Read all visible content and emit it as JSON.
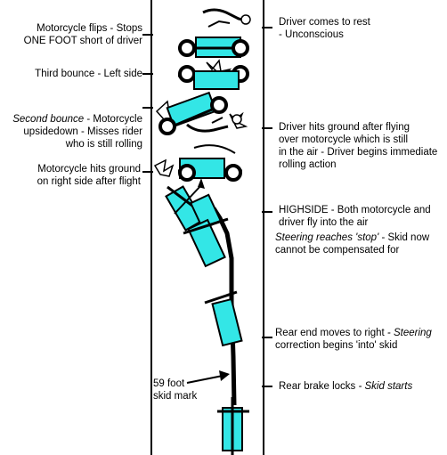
{
  "colors": {
    "body": "#33e6e6",
    "outline": "#000000",
    "background": "#ffffff"
  },
  "left_labels": {
    "flip": {
      "line1": "Motorcycle flips - Stops",
      "line2": "ONE FOOT short of driver"
    },
    "third": {
      "line1": "Third bounce - Left side"
    },
    "second": {
      "line1_a": "Second bounce",
      "line1_b": " - Motorcycle",
      "line2": "upsidedown - Misses rider",
      "line3": "who is still rolling"
    },
    "hits": {
      "line1": "Motorcycle hits ground",
      "line2": "on right side after flight"
    },
    "skid": {
      "line1": "59 foot",
      "line2": "skid mark"
    }
  },
  "right_labels": {
    "rest": {
      "line1": "Driver comes to rest",
      "line2": "- Unconscious"
    },
    "driver": {
      "line1": "Driver hits ground after flying",
      "line2": "over motorcycle which is still",
      "line3": "in the air - Driver begins immediate",
      "line4": "rolling action"
    },
    "highside": {
      "line1": "HIGHSIDE - Both motorcycle and",
      "line2": "driver fly into the air"
    },
    "steering": {
      "line1_a": "Steering reaches 'stop'",
      "line1_b": " - Skid now",
      "line2": "cannot be compensated for"
    },
    "rear": {
      "line1_a": "Rear end moves to right",
      "line1_b": " - Steering",
      "line2": "correction begins 'into' skid"
    },
    "brake": {
      "line1_a": "Rear brake locks",
      "line1_b": " - Skid starts"
    }
  }
}
